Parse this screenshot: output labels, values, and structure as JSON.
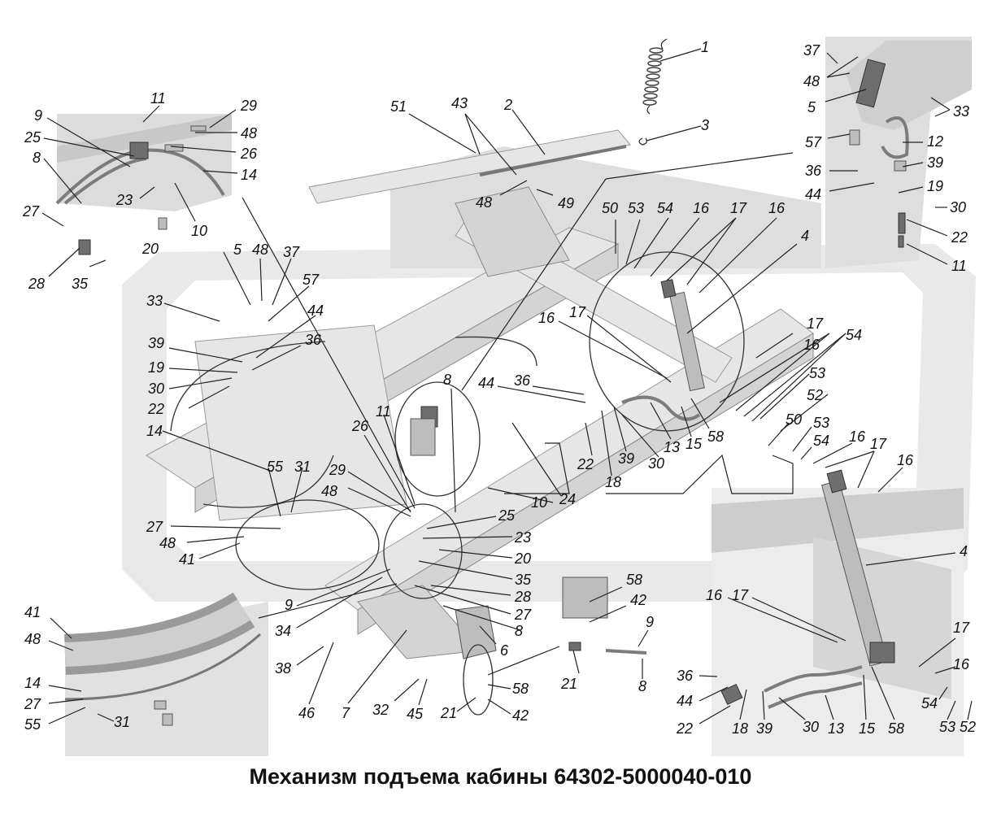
{
  "title": "Механизм подъема кабины 64302-5000040-010",
  "callouts": [
    {
      "id": "c1",
      "text": "1"
    },
    {
      "id": "c2",
      "text": "2"
    },
    {
      "id": "c3",
      "text": "3"
    },
    {
      "id": "c51",
      "text": "51"
    },
    {
      "id": "c43",
      "text": "43"
    },
    {
      "id": "c48a",
      "text": "48"
    },
    {
      "id": "c49",
      "text": "49"
    },
    {
      "id": "c11a",
      "text": "11"
    },
    {
      "id": "c29a",
      "text": "29"
    },
    {
      "id": "c48b",
      "text": "48"
    },
    {
      "id": "c26a",
      "text": "26"
    },
    {
      "id": "c9a",
      "text": "9"
    },
    {
      "id": "c25a",
      "text": "25"
    },
    {
      "id": "c8a",
      "text": "8"
    },
    {
      "id": "c14a",
      "text": "14"
    },
    {
      "id": "c27a",
      "text": "27"
    },
    {
      "id": "c23a",
      "text": "23"
    },
    {
      "id": "c10a",
      "text": "10"
    },
    {
      "id": "c20a",
      "text": "20"
    },
    {
      "id": "c28a",
      "text": "28"
    },
    {
      "id": "c35a",
      "text": "35"
    },
    {
      "id": "c37a",
      "text": "37"
    },
    {
      "id": "c48c",
      "text": "48"
    },
    {
      "id": "c5a",
      "text": "5"
    },
    {
      "id": "c33a",
      "text": "33"
    },
    {
      "id": "c57a",
      "text": "57"
    },
    {
      "id": "c12a",
      "text": "12"
    },
    {
      "id": "c36a",
      "text": "36"
    },
    {
      "id": "c39a",
      "text": "39"
    },
    {
      "id": "c44a",
      "text": "44"
    },
    {
      "id": "c19a",
      "text": "19"
    },
    {
      "id": "c30a",
      "text": "30"
    },
    {
      "id": "c22a",
      "text": "22"
    },
    {
      "id": "c11b",
      "text": "11"
    },
    {
      "id": "c50a",
      "text": "50"
    },
    {
      "id": "c53a",
      "text": "53"
    },
    {
      "id": "c54a",
      "text": "54"
    },
    {
      "id": "c16a",
      "text": "16"
    },
    {
      "id": "c17a",
      "text": "17"
    },
    {
      "id": "c16b",
      "text": "16"
    },
    {
      "id": "c4a",
      "text": "4"
    },
    {
      "id": "c5b",
      "text": "5"
    },
    {
      "id": "c48d",
      "text": "48"
    },
    {
      "id": "c37b",
      "text": "37"
    },
    {
      "id": "c57b",
      "text": "57"
    },
    {
      "id": "c33b",
      "text": "33"
    },
    {
      "id": "c44b",
      "text": "44"
    },
    {
      "id": "c36b",
      "text": "36"
    },
    {
      "id": "c39b",
      "text": "39"
    },
    {
      "id": "c19b",
      "text": "19"
    },
    {
      "id": "c30b",
      "text": "30"
    },
    {
      "id": "c22b",
      "text": "22"
    },
    {
      "id": "c14b",
      "text": "14"
    },
    {
      "id": "c16c",
      "text": "16"
    },
    {
      "id": "c17b",
      "text": "17"
    },
    {
      "id": "c8b",
      "text": "8"
    },
    {
      "id": "c44c",
      "text": "44"
    },
    {
      "id": "c36c",
      "text": "36"
    },
    {
      "id": "c11c",
      "text": "11"
    },
    {
      "id": "c26b",
      "text": "26"
    },
    {
      "id": "c17c",
      "text": "17"
    },
    {
      "id": "c16d",
      "text": "16"
    },
    {
      "id": "c54b",
      "text": "54"
    },
    {
      "id": "c53b",
      "text": "53"
    },
    {
      "id": "c52a",
      "text": "52"
    },
    {
      "id": "c50b",
      "text": "50"
    },
    {
      "id": "c53c",
      "text": "53"
    },
    {
      "id": "c54c",
      "text": "54"
    },
    {
      "id": "c16e",
      "text": "16"
    },
    {
      "id": "c17d",
      "text": "17"
    },
    {
      "id": "c16f",
      "text": "16"
    },
    {
      "id": "c58a",
      "text": "58"
    },
    {
      "id": "c15a",
      "text": "15"
    },
    {
      "id": "c13a",
      "text": "13"
    },
    {
      "id": "c30c",
      "text": "30"
    },
    {
      "id": "c39c",
      "text": "39"
    },
    {
      "id": "c22c",
      "text": "22"
    },
    {
      "id": "c18a",
      "text": "18"
    },
    {
      "id": "c24a",
      "text": "24"
    },
    {
      "id": "c10b",
      "text": "10"
    },
    {
      "id": "c55a",
      "text": "55"
    },
    {
      "id": "c31a",
      "text": "31"
    },
    {
      "id": "c29b",
      "text": "29"
    },
    {
      "id": "c48e",
      "text": "48"
    },
    {
      "id": "c27b",
      "text": "27"
    },
    {
      "id": "c48f",
      "text": "48"
    },
    {
      "id": "c41a",
      "text": "41"
    },
    {
      "id": "c25b",
      "text": "25"
    },
    {
      "id": "c23b",
      "text": "23"
    },
    {
      "id": "c20b",
      "text": "20"
    },
    {
      "id": "c35b",
      "text": "35"
    },
    {
      "id": "c28b",
      "text": "28"
    },
    {
      "id": "c27c",
      "text": "27"
    },
    {
      "id": "c8c",
      "text": "8"
    },
    {
      "id": "c6a",
      "text": "6"
    },
    {
      "id": "c9b",
      "text": "9"
    },
    {
      "id": "c34a",
      "text": "34"
    },
    {
      "id": "c58b",
      "text": "58"
    },
    {
      "id": "c42a",
      "text": "42"
    },
    {
      "id": "c9c",
      "text": "9"
    },
    {
      "id": "c21a",
      "text": "21"
    },
    {
      "id": "c8d",
      "text": "8"
    },
    {
      "id": "c58c",
      "text": "58"
    },
    {
      "id": "c42b",
      "text": "42"
    },
    {
      "id": "c21b",
      "text": "21"
    },
    {
      "id": "c32a",
      "text": "32"
    },
    {
      "id": "c45a",
      "text": "45"
    },
    {
      "id": "c38a",
      "text": "38"
    },
    {
      "id": "c46a",
      "text": "46"
    },
    {
      "id": "c7a",
      "text": "7"
    },
    {
      "id": "c41b",
      "text": "41"
    },
    {
      "id": "c48g",
      "text": "48"
    },
    {
      "id": "c14c",
      "text": "14"
    },
    {
      "id": "c27d",
      "text": "27"
    },
    {
      "id": "c55b",
      "text": "55"
    },
    {
      "id": "c31b",
      "text": "31"
    },
    {
      "id": "c4b",
      "text": "4"
    },
    {
      "id": "c16g",
      "text": "16"
    },
    {
      "id": "c17e",
      "text": "17"
    },
    {
      "id": "c17f",
      "text": "17"
    },
    {
      "id": "c16h",
      "text": "16"
    },
    {
      "id": "c54d",
      "text": "54"
    },
    {
      "id": "c53d",
      "text": "53"
    },
    {
      "id": "c52b",
      "text": "52"
    },
    {
      "id": "c36d",
      "text": "36"
    },
    {
      "id": "c44d",
      "text": "44"
    },
    {
      "id": "c22d",
      "text": "22"
    },
    {
      "id": "c18b",
      "text": "18"
    },
    {
      "id": "c39d",
      "text": "39"
    },
    {
      "id": "c30d",
      "text": "30"
    },
    {
      "id": "c13b",
      "text": "13"
    },
    {
      "id": "c15b",
      "text": "15"
    },
    {
      "id": "c58d",
      "text": "58"
    }
  ]
}
